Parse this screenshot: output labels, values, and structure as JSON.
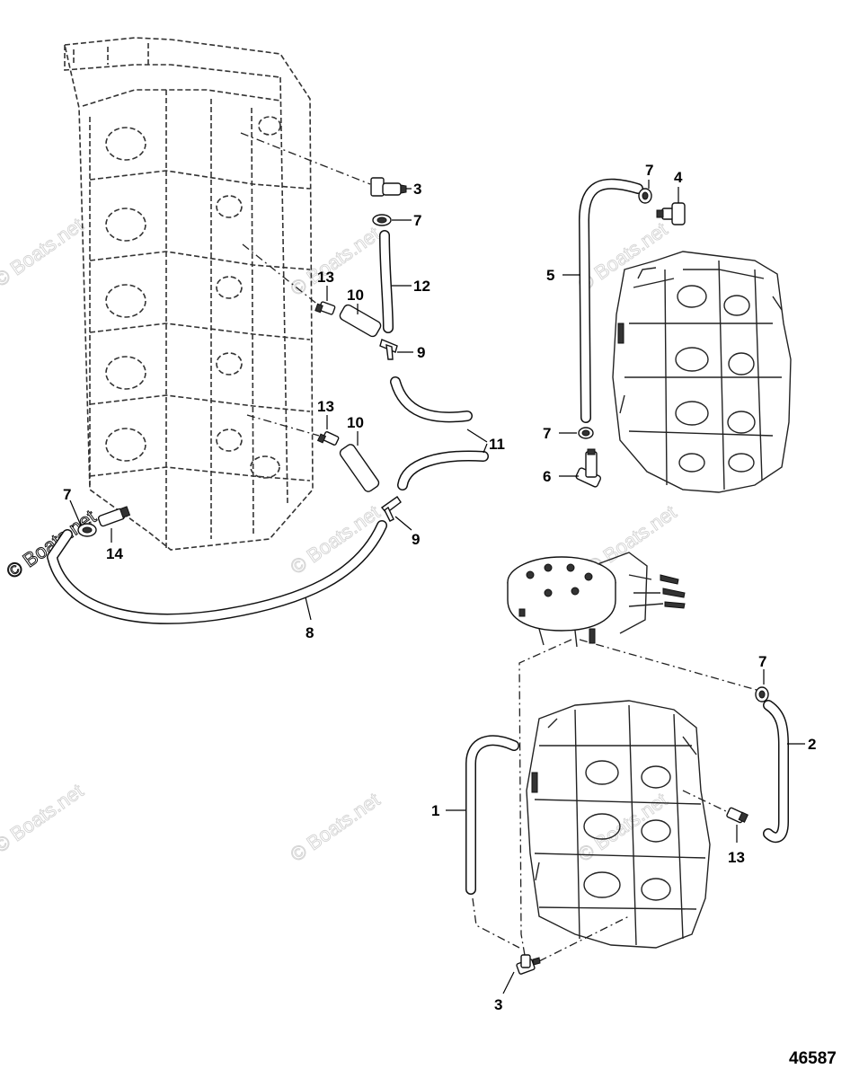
{
  "figure": {
    "number": "46587"
  },
  "watermark": {
    "text": "© Boats.net"
  },
  "callouts": {
    "top_left": {
      "c3": "3",
      "c7": "7",
      "c12": "12",
      "c13a": "13",
      "c10a": "10",
      "c9a": "9",
      "c13b": "13",
      "c10b": "10",
      "c11": "11",
      "c9b": "9",
      "c7b": "7",
      "c14": "14",
      "c8": "8"
    },
    "top_right": {
      "c7": "7",
      "c4": "4",
      "c5": "5",
      "c7b": "7",
      "c6": "6"
    },
    "bottom": {
      "c7": "7",
      "c2": "2",
      "c1": "1",
      "c13": "13",
      "c3": "3"
    }
  },
  "icons": {
    "engine_block_outline": "dashed-engine-block",
    "powerhead_right": "powerhead-engine",
    "flywheel_assembly": "flywheel-stator",
    "powerhead_bottom": "powerhead-engine"
  }
}
